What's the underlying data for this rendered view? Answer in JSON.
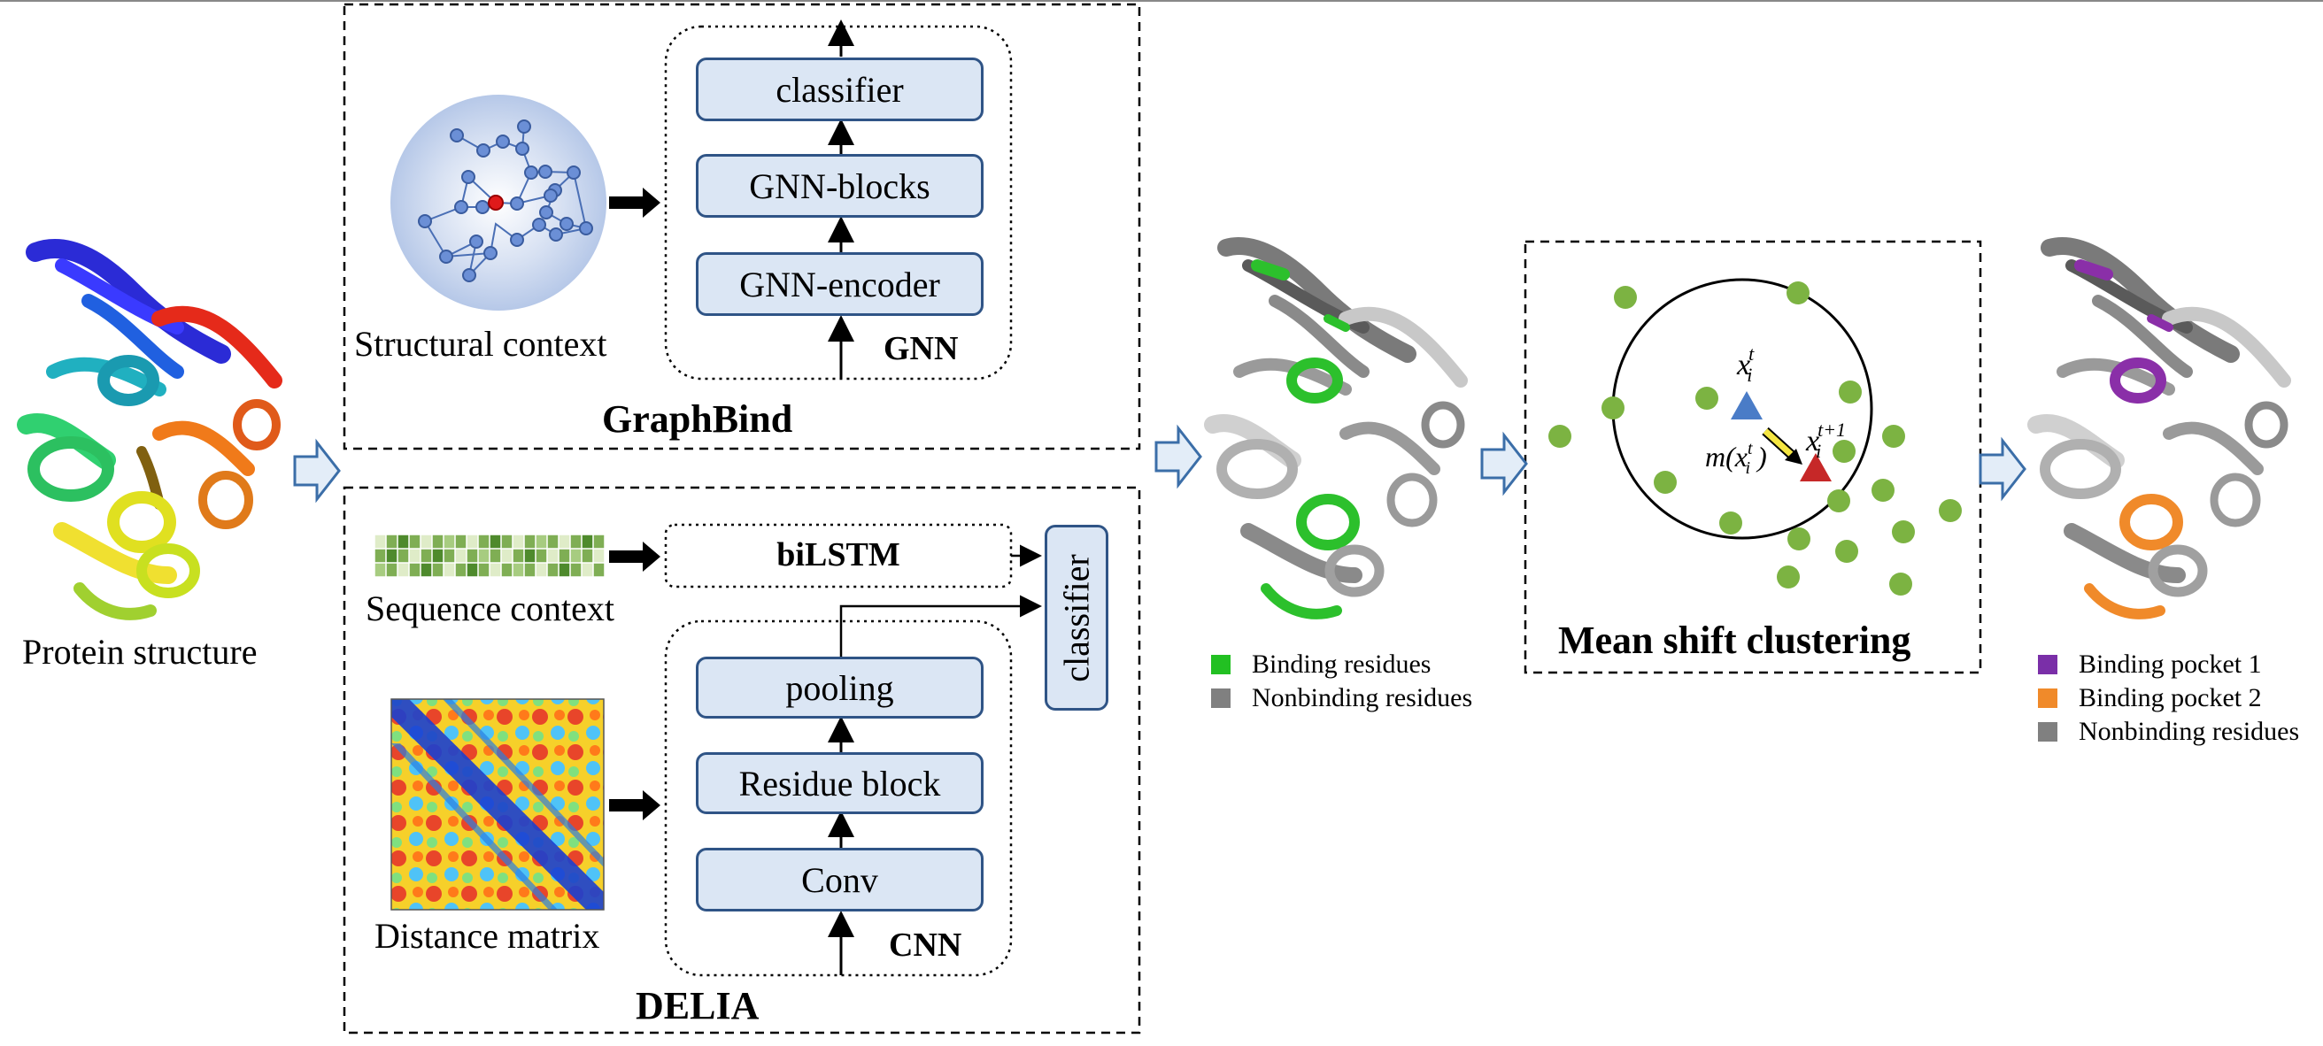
{
  "labels": {
    "protein_structure": "Protein structure",
    "structural_context": "Structural context",
    "graphbind": "GraphBind",
    "gnn": "GNN",
    "sequence_context": "Sequence context",
    "distance_matrix": "Distance matrix",
    "delia": "DELIA",
    "cnn": "CNN",
    "mean_shift": "Mean shift clustering"
  },
  "gnn_blocks": [
    "classifier",
    "GNN-blocks",
    "GNN-encoder"
  ],
  "cnn_blocks": [
    "pooling",
    "Residue block",
    "Conv"
  ],
  "bilstm": "biLSTM",
  "delia_classifier": "classifier",
  "math": {
    "xt_base": "x",
    "xt_sup": "t",
    "xt_sub": "i",
    "xt1_base": "x",
    "xt1_sup": "t+1",
    "xt1_sub": "i",
    "m_prefix": "m(",
    "m_base": "x",
    "m_sup": "t",
    "m_sub": "i",
    "m_suffix": ")"
  },
  "legend_binding": [
    {
      "label": "Binding residues",
      "color": "#22c022"
    },
    {
      "label": "Nonbinding residues",
      "color": "#808080"
    }
  ],
  "legend_pockets": [
    {
      "label": "Binding pocket 1",
      "color": "#7a2fa8"
    },
    {
      "label": "Binding pocket 2",
      "color": "#f08a2a"
    },
    {
      "label": "Nonbinding residues",
      "color": "#808080"
    }
  ],
  "colors": {
    "block_fill": "#dbe6f4",
    "block_border": "#2f5486",
    "cluster_point": "#7cb342",
    "mean_before": "#4a7cc7",
    "mean_after": "#c62828",
    "shift_arrow": "#f5e642"
  },
  "icons": [
    "flow-arrow-icon",
    "protein-ribbon-icon",
    "graph-icon",
    "sequence-grid-icon",
    "heatmap-icon"
  ]
}
